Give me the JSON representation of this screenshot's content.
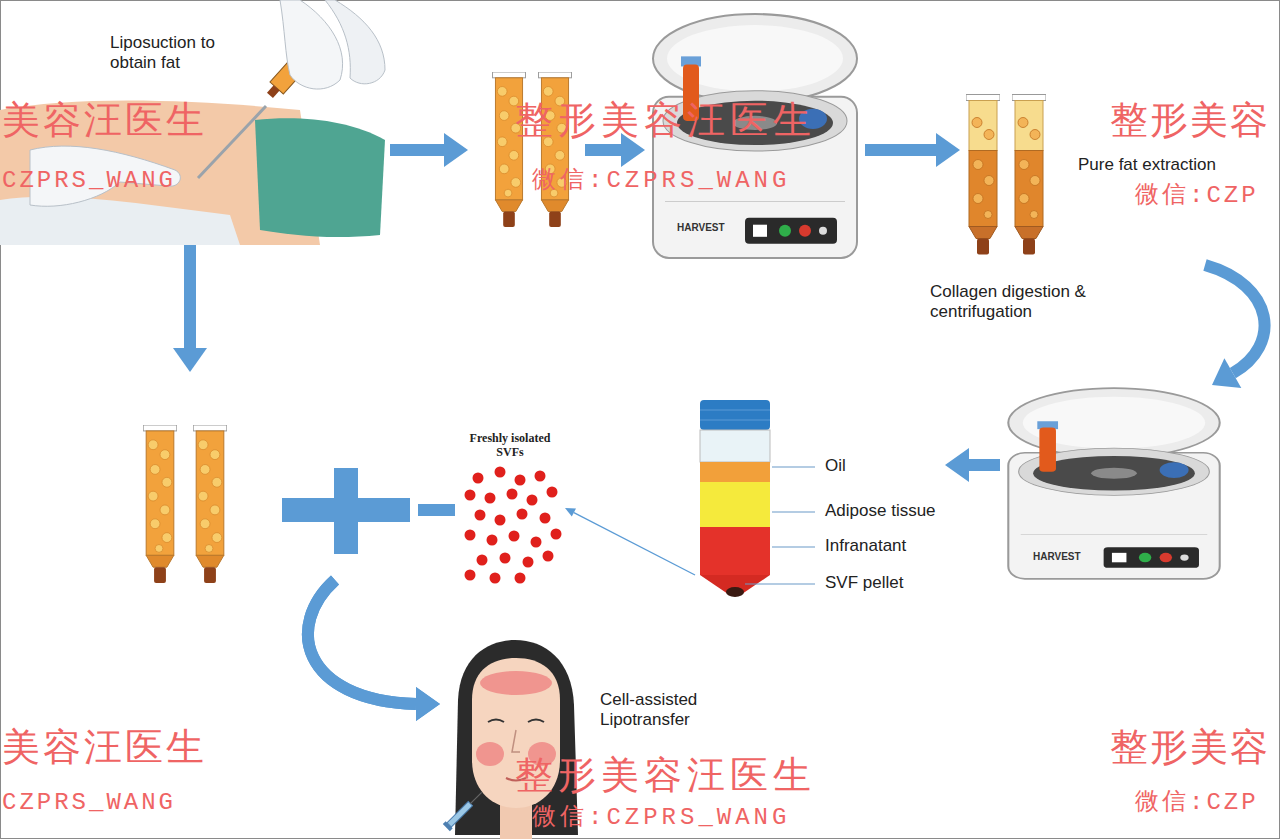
{
  "diagram": {
    "nodes": [
      {
        "text": [
          "Liposuction to obtain fat"
        ]
      },
      {
        "text": [
          "HARVEST"
        ]
      },
      {
        "text": [
          "Pure fat extraction"
        ]
      },
      {
        "text": [
          "HARVEST"
        ]
      },
      {
        "text": [
          "Oil",
          "Adipose tissue",
          "Infranatant",
          "SVF pellet"
        ]
      },
      {
        "text": [
          "Freshly isolated SVFs"
        ]
      },
      {
        "text": [
          "Cell-assisted Lipotransfer"
        ]
      }
    ],
    "edges": [
      {
        "from": 0,
        "to": 1,
        "arrow": "to"
      },
      {
        "from": 1,
        "to": 2,
        "arrow": "to"
      },
      {
        "from": 2,
        "to": 3,
        "label": "Collagen digestion & centrifugation",
        "arrow": "to"
      },
      {
        "from": 3,
        "to": 4,
        "arrow": "to"
      },
      {
        "from": 4,
        "to": 5,
        "arrow": "to"
      },
      {
        "from": 0,
        "to": 6,
        "arrow": "to"
      },
      {
        "from": 5,
        "to": 6,
        "arrow": "to"
      }
    ],
    "labels": [
      "美容汪医生",
      "CZPRS_WANG",
      "整形美容汪医生",
      "微信:CZPRS_WANG",
      "整形美容",
      "微信:CZP",
      "美容汪医生",
      "CZPRS_WANG",
      "整形美容汪医生",
      "微信:CZPRS_WANG",
      "整形美容",
      "微信:CZP"
    ]
  }
}
